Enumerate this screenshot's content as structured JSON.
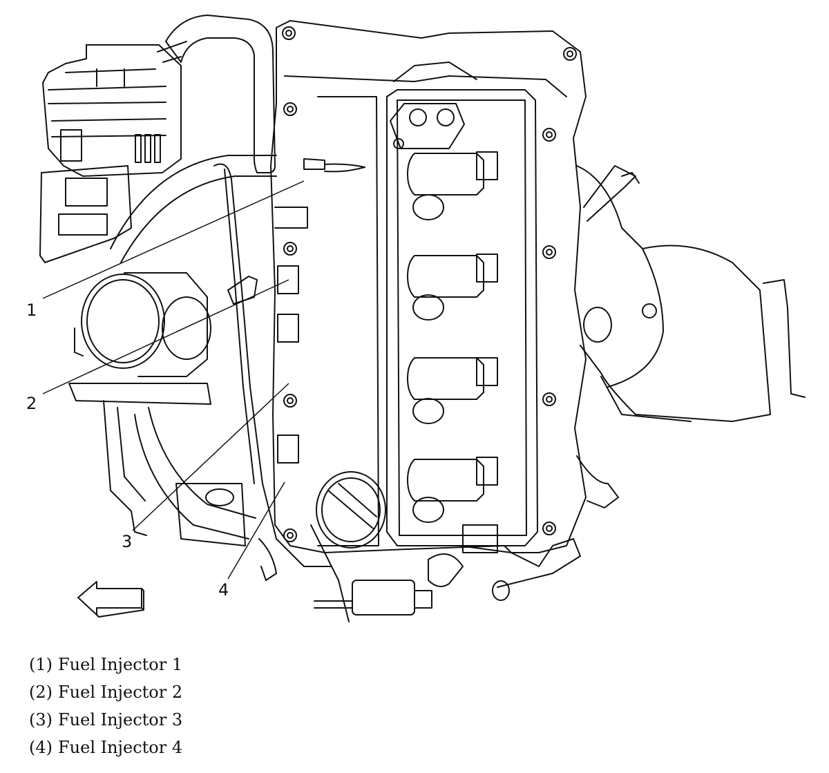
{
  "callouts": [
    {
      "number": "1",
      "label": "Fuel Injector 1"
    },
    {
      "number": "2",
      "label": "Fuel Injector 2"
    },
    {
      "number": "3",
      "label": "Fuel Injector 3"
    },
    {
      "number": "4",
      "label": "Fuel Injector 4"
    }
  ],
  "legend": [
    {
      "key": "(1)",
      "label": "Fuel Injector 1"
    },
    {
      "key": "(2)",
      "label": "Fuel Injector 2"
    },
    {
      "key": "(3)",
      "label": "Fuel Injector 3"
    },
    {
      "key": "(4)",
      "label": "Fuel Injector 4"
    }
  ],
  "icons": {
    "direction": "arrow-left-icon"
  },
  "colors": {
    "line": "#111111",
    "background": "#ffffff"
  }
}
